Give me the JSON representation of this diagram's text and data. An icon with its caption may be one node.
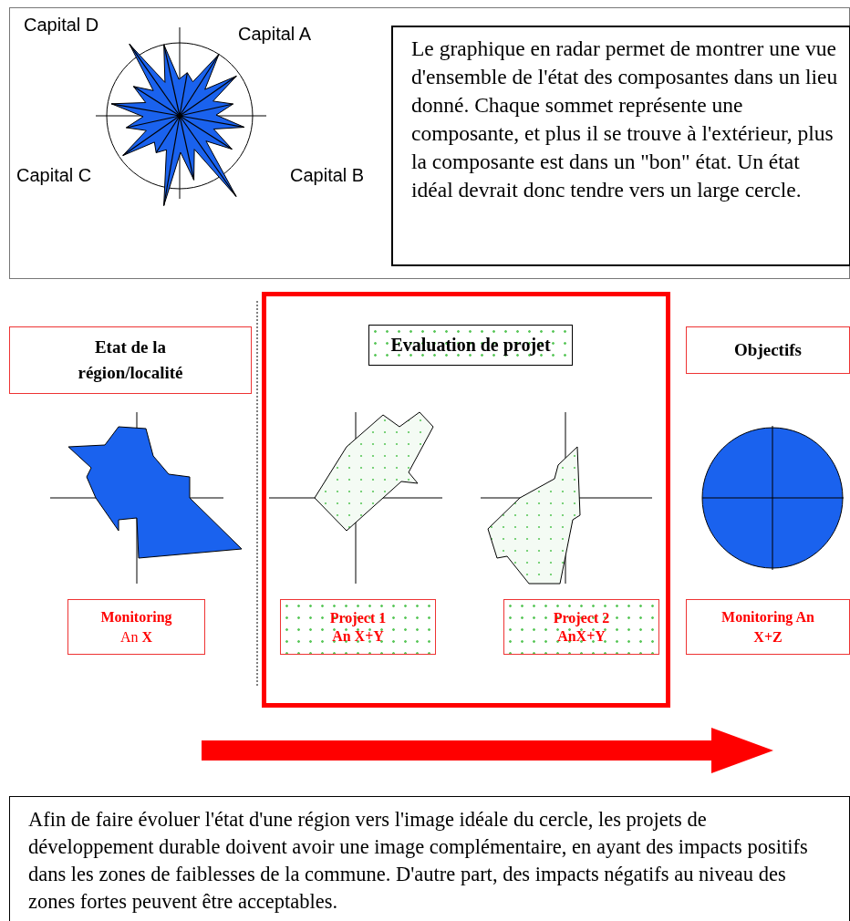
{
  "diagram": {
    "nodes": [
      {
        "text": [],
        "shape": "box"
      },
      {
        "text": [
          "Le graphique en radar permet de montrer une vue d'ensemble de l'état des composantes dans un lieu donné. Chaque sommet représente une composante, et plus il se trouve à l'extérieur, plus la composante est dans un \"bon\" état. Un état idéal devrait donc tendre vers un large cercle."
        ],
        "in": 0
      },
      {
        "text": [
          "Etat de la région/localité"
        ]
      },
      {
        "text": [],
        "shape": "box"
      },
      {
        "text": [
          "Evaluation de projet"
        ],
        "in": 3
      },
      {
        "text": [
          "Objectifs"
        ]
      },
      {
        "text": [
          "**Monitoring** An **X**"
        ]
      },
      {
        "text": [
          "Project 1 An X+Y"
        ],
        "in": 3
      },
      {
        "text": [
          "Project 2 AnX+Y"
        ],
        "in": 3
      },
      {
        "text": [
          "Monitoring An X+Z"
        ]
      },
      {
        "text": [
          "Afin de faire évoluer l'état d'une région vers l'image idéale du cercle, les projets de développement durable doivent avoir une image complémentaire, en ayant des impacts positifs dans les zones de faiblesses de la commune. D'autre part, des impacts négatifs au niveau des zones fortes peuvent être acceptables."
        ]
      }
    ],
    "labels": [
      "Capital D",
      "Capital A",
      "Capital C",
      "Capital B"
    ]
  }
}
